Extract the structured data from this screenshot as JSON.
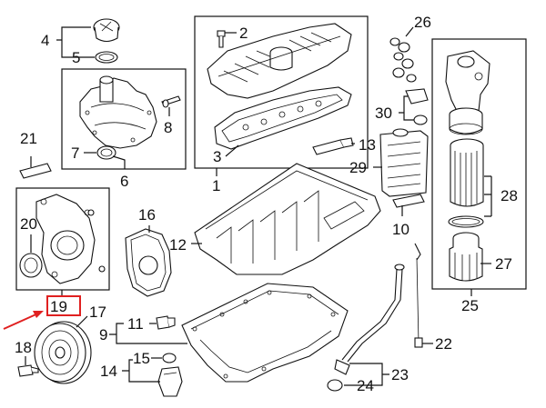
{
  "callouts": {
    "c1": "1",
    "c2": "2",
    "c3": "3",
    "c4": "4",
    "c5": "5",
    "c6": "6",
    "c7": "7",
    "c8": "8",
    "c9": "9",
    "c10": "10",
    "c11": "11",
    "c12": "12",
    "c13": "13",
    "c14": "14",
    "c15": "15",
    "c16": "16",
    "c17": "17",
    "c18": "18",
    "c19": "19",
    "c20": "20",
    "c21": "21",
    "c22": "22",
    "c23": "23",
    "c24": "24",
    "c25": "25",
    "c26": "26",
    "c27": "27",
    "c28": "28",
    "c29": "29",
    "c30": "30"
  },
  "highlight": {
    "callout": "19",
    "color": "#e02020"
  },
  "colors": {
    "line": "#111111",
    "background": "#ffffff",
    "highlight": "#e02020"
  }
}
